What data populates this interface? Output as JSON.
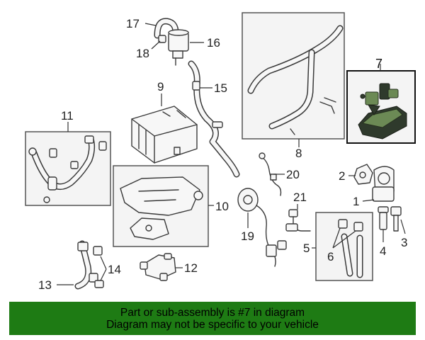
{
  "callouts": {
    "c1": "1",
    "c2": "2",
    "c3": "3",
    "c4": "4",
    "c5": "5",
    "c6": "6",
    "c7": "7",
    "c8": "8",
    "c9": "9",
    "c10": "10",
    "c11": "11",
    "c12": "12",
    "c13": "13",
    "c14": "14",
    "c15": "15",
    "c16": "16",
    "c17": "17",
    "c18": "18",
    "c19": "19",
    "c20": "20",
    "c21": "21"
  },
  "banner": {
    "line1": "Part or sub-assembly is #7 in diagram",
    "line2": "Diagram may not be specific to your vehicle"
  },
  "colors": {
    "banner_bg": "#1e7b14",
    "highlight_part": "#6c8a55"
  }
}
